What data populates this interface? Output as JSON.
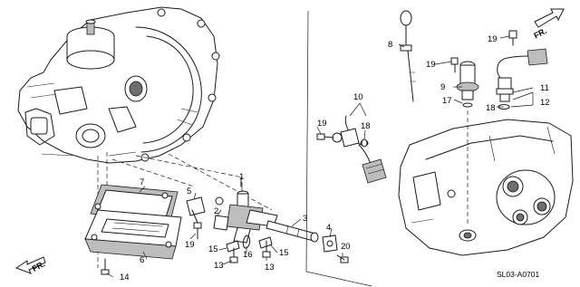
{
  "diagram_code": "SL03-A0701",
  "front_label": "FR.",
  "callouts": [
    {
      "text": "1"
    },
    {
      "text": "2"
    },
    {
      "text": "3"
    },
    {
      "text": "4"
    },
    {
      "text": "5"
    },
    {
      "text": "6"
    },
    {
      "text": "7"
    },
    {
      "text": "8"
    },
    {
      "text": "9"
    },
    {
      "text": "10"
    },
    {
      "text": "11"
    },
    {
      "text": "12"
    },
    {
      "text": "13"
    },
    {
      "text": "13"
    },
    {
      "text": "14"
    },
    {
      "text": "15"
    },
    {
      "text": "15"
    },
    {
      "text": "16"
    },
    {
      "text": "17"
    },
    {
      "text": "18"
    },
    {
      "text": "18"
    },
    {
      "text": "19"
    },
    {
      "text": "19"
    },
    {
      "text": "19"
    },
    {
      "text": "19"
    },
    {
      "text": "20"
    }
  ]
}
